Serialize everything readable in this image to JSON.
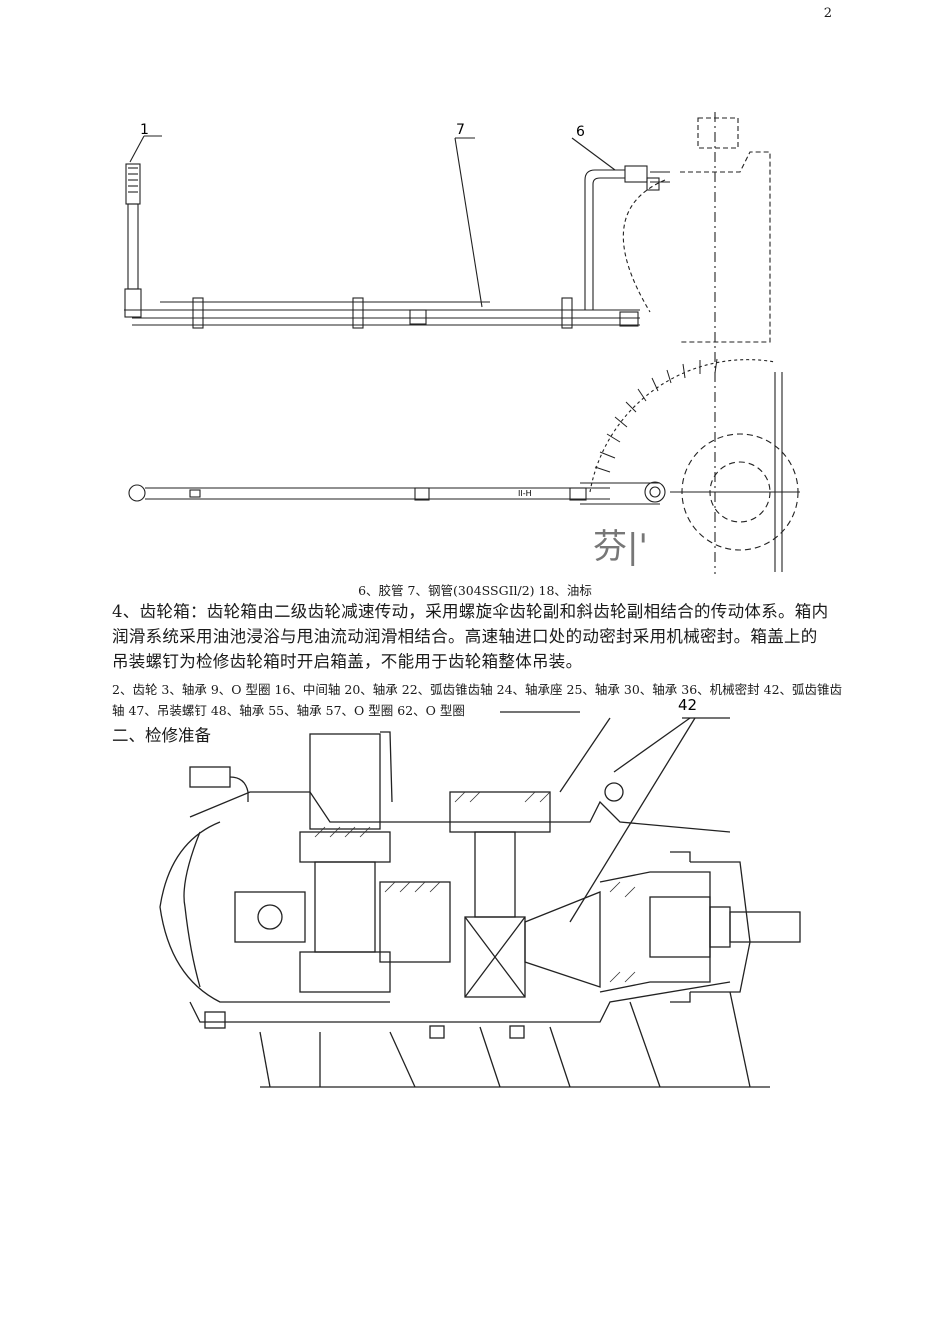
{
  "page": {
    "number": "2"
  },
  "figure1": {
    "labels": {
      "callout_1": "1",
      "callout_7": "7",
      "callout_6": "6",
      "section_mark": "II-H"
    },
    "watermark": "芬|'",
    "caption": "6、胶管 7、钢管(304SSGIl/2) 18、油标"
  },
  "body": {
    "paragraph": "4、齿轮箱：齿轮箱由二级齿轮减速传动，采用螺旋伞齿轮副和斜齿轮副相结合的传动体系。箱内润滑系统采用油池浸浴与甩油流动润滑相结合。高速轴进口处的动密封采用机械密封。箱盖上的吊装螺钉为检修齿轮箱时开启箱盖，不能用于齿轮箱整体吊装。",
    "parts_list": "2、齿轮 3、轴承 9、O 型圈 16、中间轴 20、轴承 22、弧齿锥齿轴 24、轴承座 25、轴承 30、轴承 36、机械密封 42、弧齿锥齿轴 47、吊装螺钉 48、轴承 55、轴承 57、O 型圈 62、O 型圈"
  },
  "figure2": {
    "labels": {
      "callout_42": "42"
    }
  },
  "section": {
    "heading": "二、检修准备"
  }
}
